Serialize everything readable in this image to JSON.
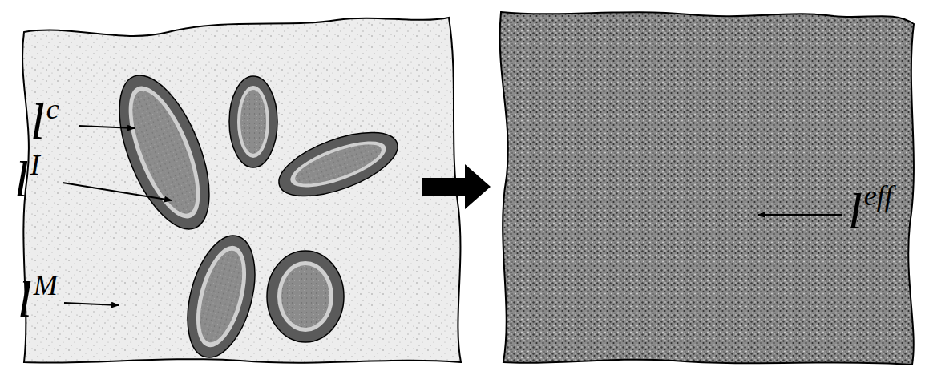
{
  "diagram": {
    "labels": [
      "l",
      "c",
      "l",
      "I",
      "l",
      "M",
      "l",
      "eff"
    ]
  }
}
